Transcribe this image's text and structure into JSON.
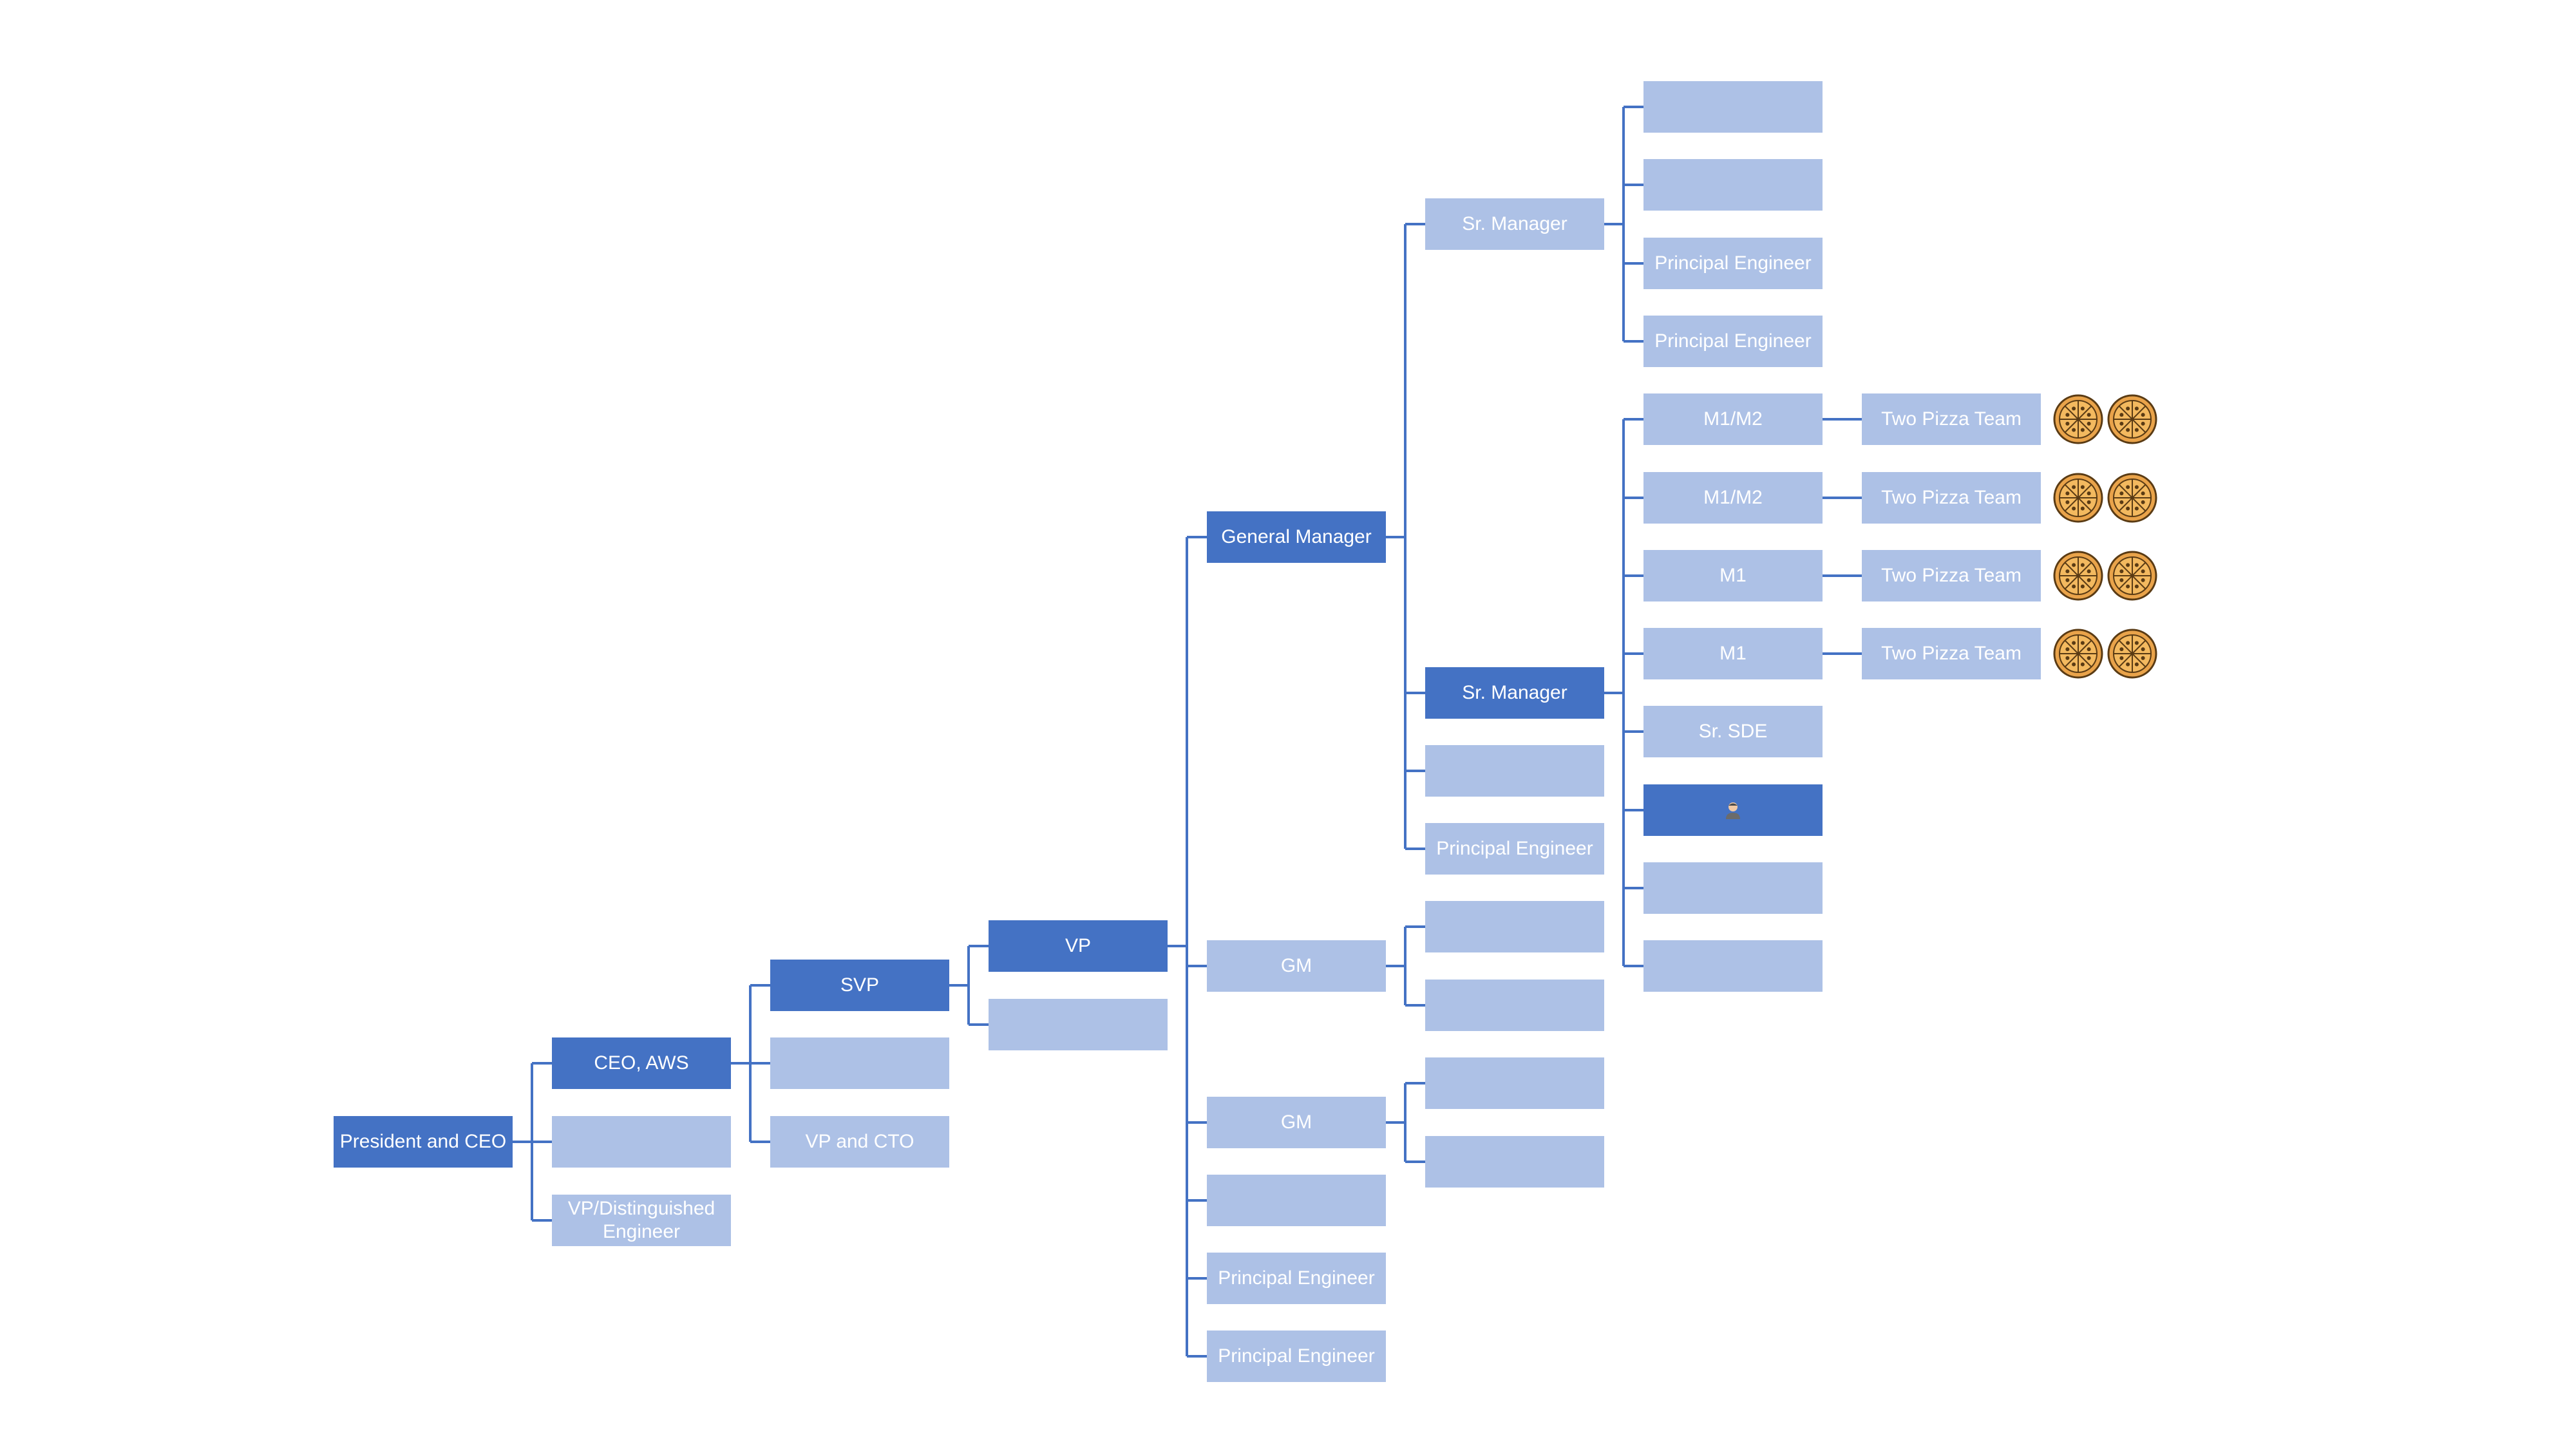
{
  "colors": {
    "line": "#4472c4",
    "dark": "#4472c4",
    "light": "#adc1e6",
    "text": "#ffffff",
    "pizza_crust": "#e9a34a",
    "pizza_sauce": "#f3b95f",
    "pizza_edge": "#5a3b14"
  },
  "chart": {
    "root": "President and CEO",
    "level1": [
      "CEO, AWS",
      "",
      "VP/Distinguished Engineer"
    ],
    "level2": [
      "SVP",
      "",
      "VP and CTO"
    ],
    "level3": [
      "VP",
      ""
    ],
    "level4": [
      "General Manager",
      "GM",
      "GM",
      "",
      "Principal Engineer",
      "Principal Engineer"
    ],
    "gm_reports": [
      "Sr. Manager",
      "Sr. Manager",
      "",
      "Principal Engineer"
    ],
    "gm2_reports": [
      "",
      ""
    ],
    "gm3_reports": [
      "",
      ""
    ],
    "sr_manager_1_reports": [
      "",
      "",
      "Principal Engineer",
      "Principal Engineer"
    ],
    "sr_manager_2_reports": [
      "M1/M2",
      "M1/M2",
      "M1",
      "M1",
      "Sr. SDE",
      "",
      "",
      ""
    ],
    "teams": [
      "Two Pizza Team",
      "Two Pizza Team",
      "Two Pizza Team",
      "Two Pizza Team"
    ],
    "highlighted_person_icon": "person-icon",
    "team_icon": "pizza-icon"
  }
}
